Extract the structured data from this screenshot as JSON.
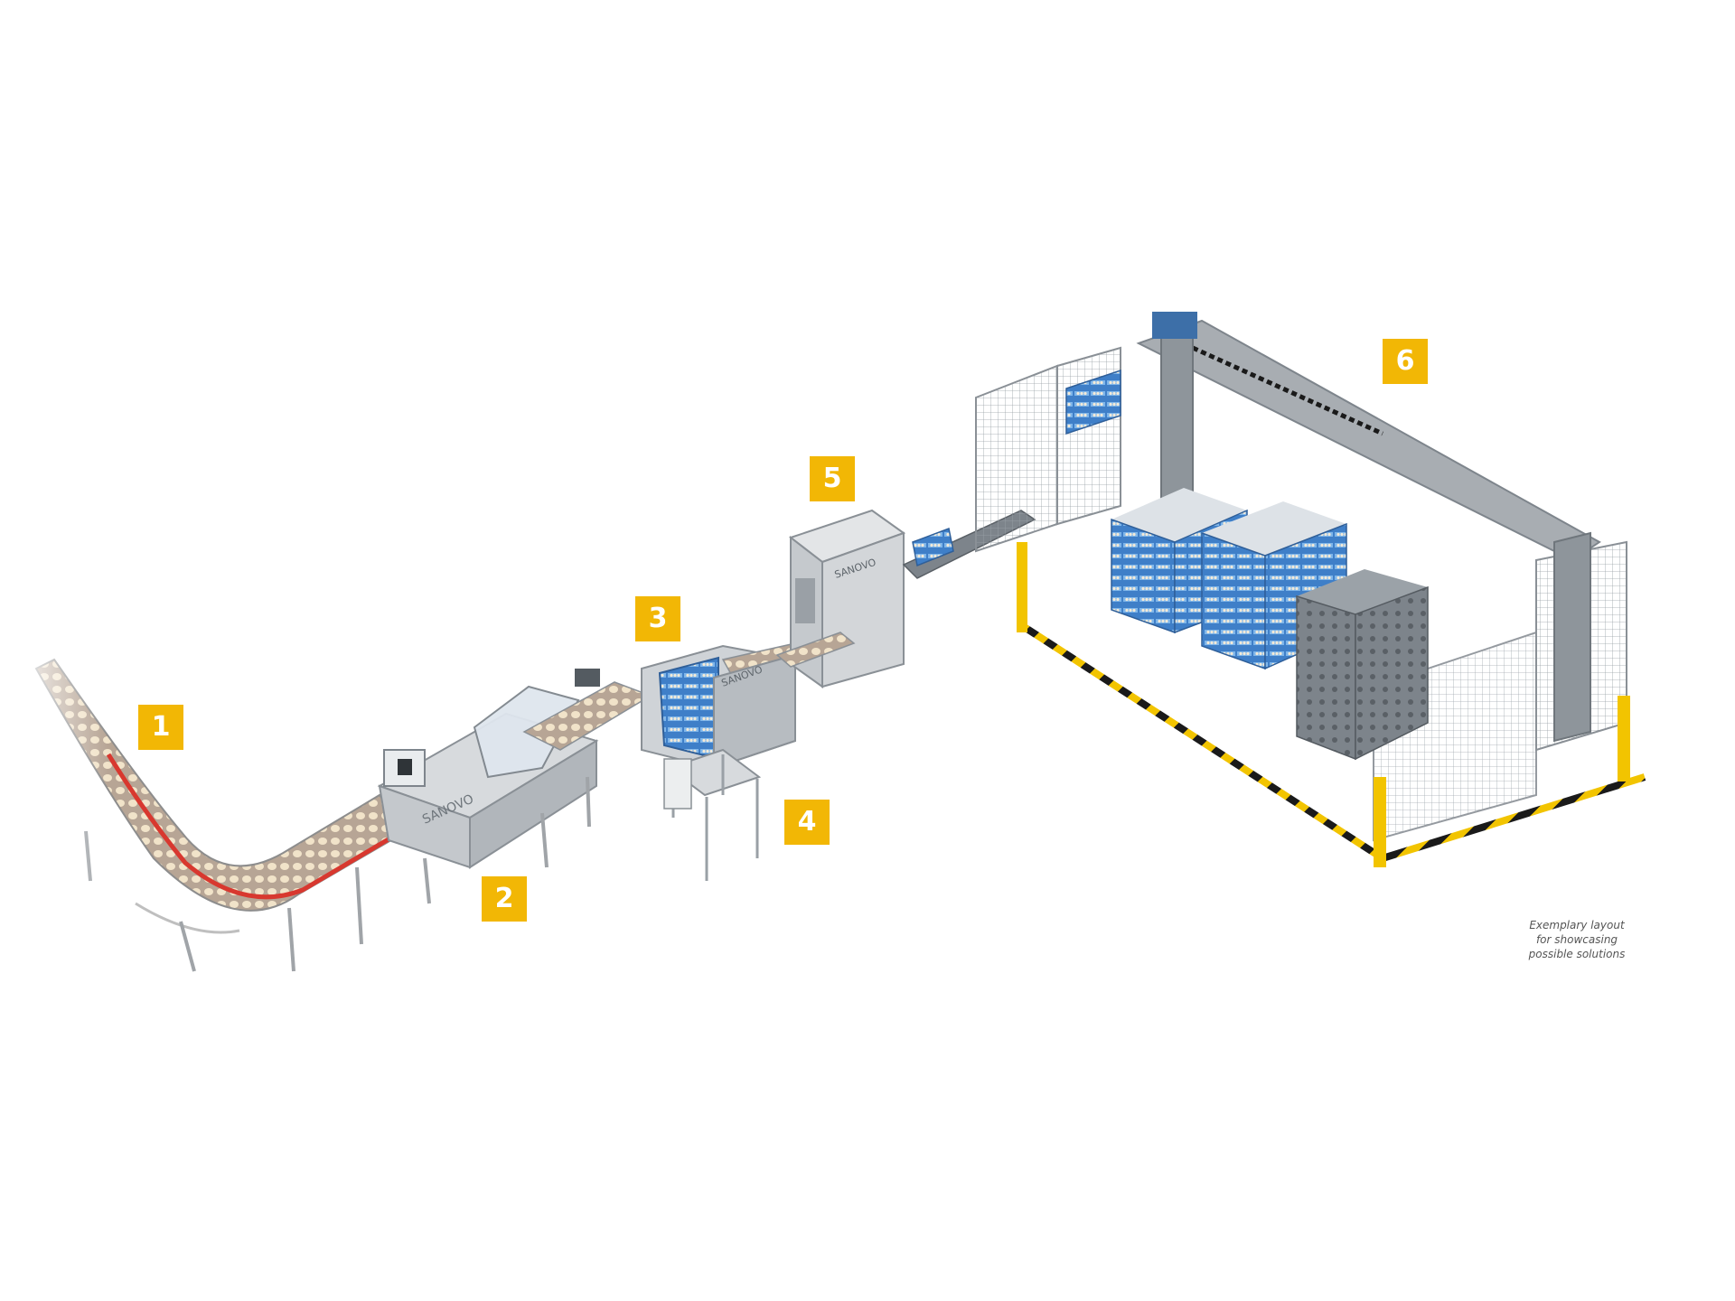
{
  "colors": {
    "badge": "#f2b705",
    "badge_text": "#ffffff",
    "machine_grey": "#c9cdd1",
    "dark_grey": "#6f767c",
    "crate_blue": "#4d8fd6",
    "safety_yellow": "#f2c400",
    "safety_black": "#1a1a1a",
    "conveyor_red": "#d8382f"
  },
  "stations": [
    {
      "number": "1"
    },
    {
      "number": "2"
    },
    {
      "number": "3"
    },
    {
      "number": "4"
    },
    {
      "number": "5"
    },
    {
      "number": "6"
    }
  ],
  "brand_marks": [
    "SANOVO",
    "SANOVO",
    "SANOVO"
  ],
  "caption": "Exemplary layout\nfor showcasing\npossible solutions"
}
